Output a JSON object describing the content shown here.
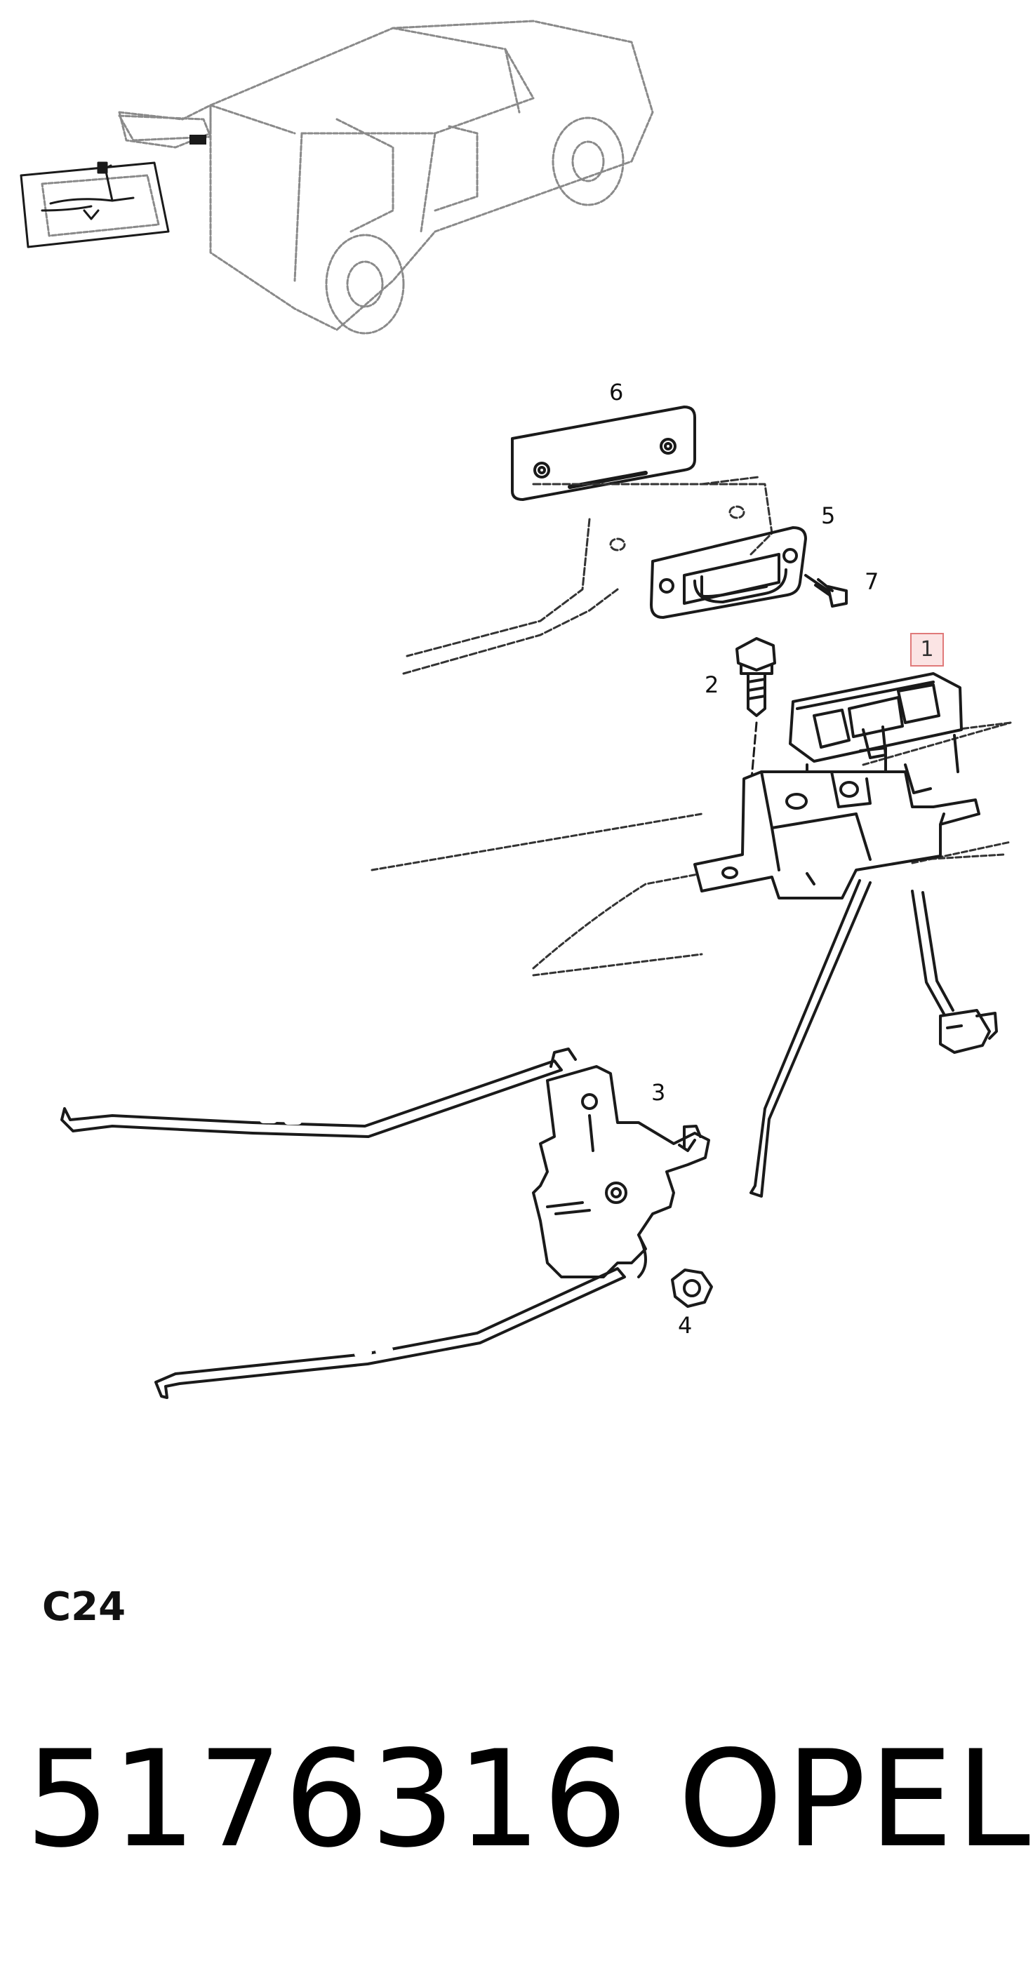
{
  "callouts": {
    "c1": "1",
    "c2": "2",
    "c3": "3",
    "c4": "4",
    "c5": "5",
    "c6": "6",
    "c7": "7"
  },
  "section_code": "C24",
  "part_number": "5176316",
  "brand": "OPEL",
  "colors": {
    "line": "#1a1a1a",
    "sketch": "#8a8a8a",
    "highlight_border": "#e07a7a",
    "highlight_fill": "#fbe4e4"
  }
}
